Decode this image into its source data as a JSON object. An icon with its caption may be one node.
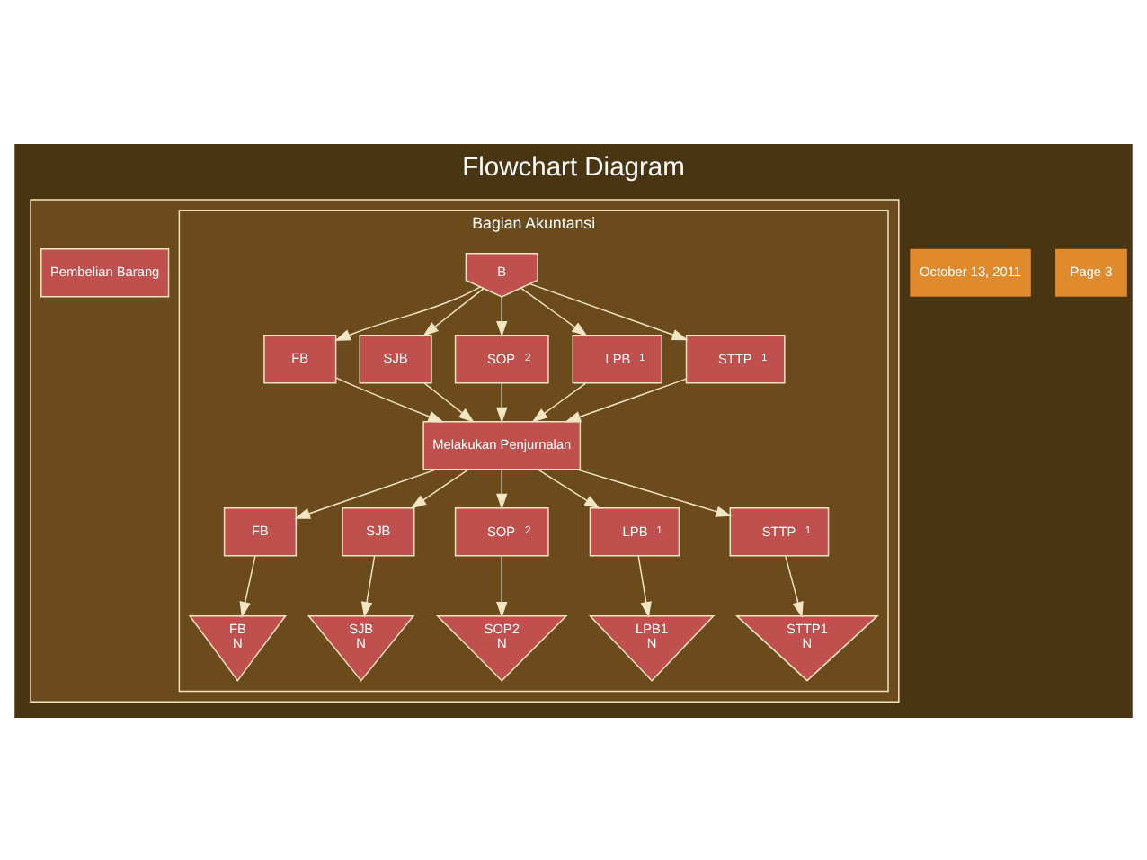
{
  "diagram": {
    "title": "Flowchart Diagram",
    "nodes": [
      {
        "text": [],
        "shape": "box"
      },
      {
        "text": [
          "Bagian Akuntansi"
        ],
        "in": 0
      },
      {
        "text": [
          "Pembelian Barang"
        ],
        "in": 0
      },
      {
        "text": [
          "B"
        ],
        "in": 1
      },
      {
        "text": [
          "FB"
        ],
        "in": 1
      },
      {
        "text": [
          "SJB"
        ],
        "in": 1
      },
      {
        "text": [
          "SOP",
          "2"
        ],
        "in": 1
      },
      {
        "text": [
          "LPB",
          "1"
        ],
        "in": 1
      },
      {
        "text": [
          "STTP",
          "1"
        ],
        "in": 1
      },
      {
        "text": [
          "Melakukan Penjurnalan"
        ],
        "in": 1
      },
      {
        "text": [
          "FB"
        ],
        "in": 1
      },
      {
        "text": [
          "SJB"
        ],
        "in": 1
      },
      {
        "text": [
          "SOP",
          "2"
        ],
        "in": 1
      },
      {
        "text": [
          "LPB",
          "1"
        ],
        "in": 1
      },
      {
        "text": [
          "STTP",
          "1"
        ],
        "in": 1
      },
      {
        "text": [
          "FB",
          "N"
        ],
        "in": 1
      },
      {
        "text": [
          "SJB",
          "N"
        ],
        "in": 1
      },
      {
        "text": [
          "SOP2",
          "N"
        ],
        "in": 1
      },
      {
        "text": [
          "LPB1",
          "N"
        ],
        "in": 1
      },
      {
        "text": [
          "STTP1",
          "N"
        ],
        "in": 1
      }
    ],
    "edges": [
      {
        "from": 3,
        "to": 4,
        "arrow": "to"
      },
      {
        "from": 3,
        "to": 5,
        "arrow": "to"
      },
      {
        "from": 3,
        "to": 6,
        "arrow": "to"
      },
      {
        "from": 3,
        "to": 7,
        "arrow": "to"
      },
      {
        "from": 3,
        "to": 8,
        "arrow": "to"
      },
      {
        "from": 4,
        "to": 9,
        "arrow": "to"
      },
      {
        "from": 5,
        "to": 9,
        "arrow": "to"
      },
      {
        "from": 6,
        "to": 9,
        "arrow": "to"
      },
      {
        "from": 7,
        "to": 9,
        "arrow": "to"
      },
      {
        "from": 8,
        "to": 9,
        "arrow": "to"
      },
      {
        "from": 9,
        "to": 10,
        "arrow": "to"
      },
      {
        "from": 9,
        "to": 11,
        "arrow": "to"
      },
      {
        "from": 9,
        "to": 12,
        "arrow": "to"
      },
      {
        "from": 9,
        "to": 13,
        "arrow": "to"
      },
      {
        "from": 9,
        "to": 14,
        "arrow": "to"
      },
      {
        "from": 10,
        "to": 15,
        "arrow": "to"
      },
      {
        "from": 11,
        "to": 16,
        "arrow": "to"
      },
      {
        "from": 12,
        "to": 17,
        "arrow": "to"
      },
      {
        "from": 13,
        "to": 18,
        "arrow": "to"
      },
      {
        "from": 14,
        "to": 19,
        "arrow": "to"
      }
    ],
    "labels": [
      "October 13, 2011",
      "Page 3"
    ]
  }
}
